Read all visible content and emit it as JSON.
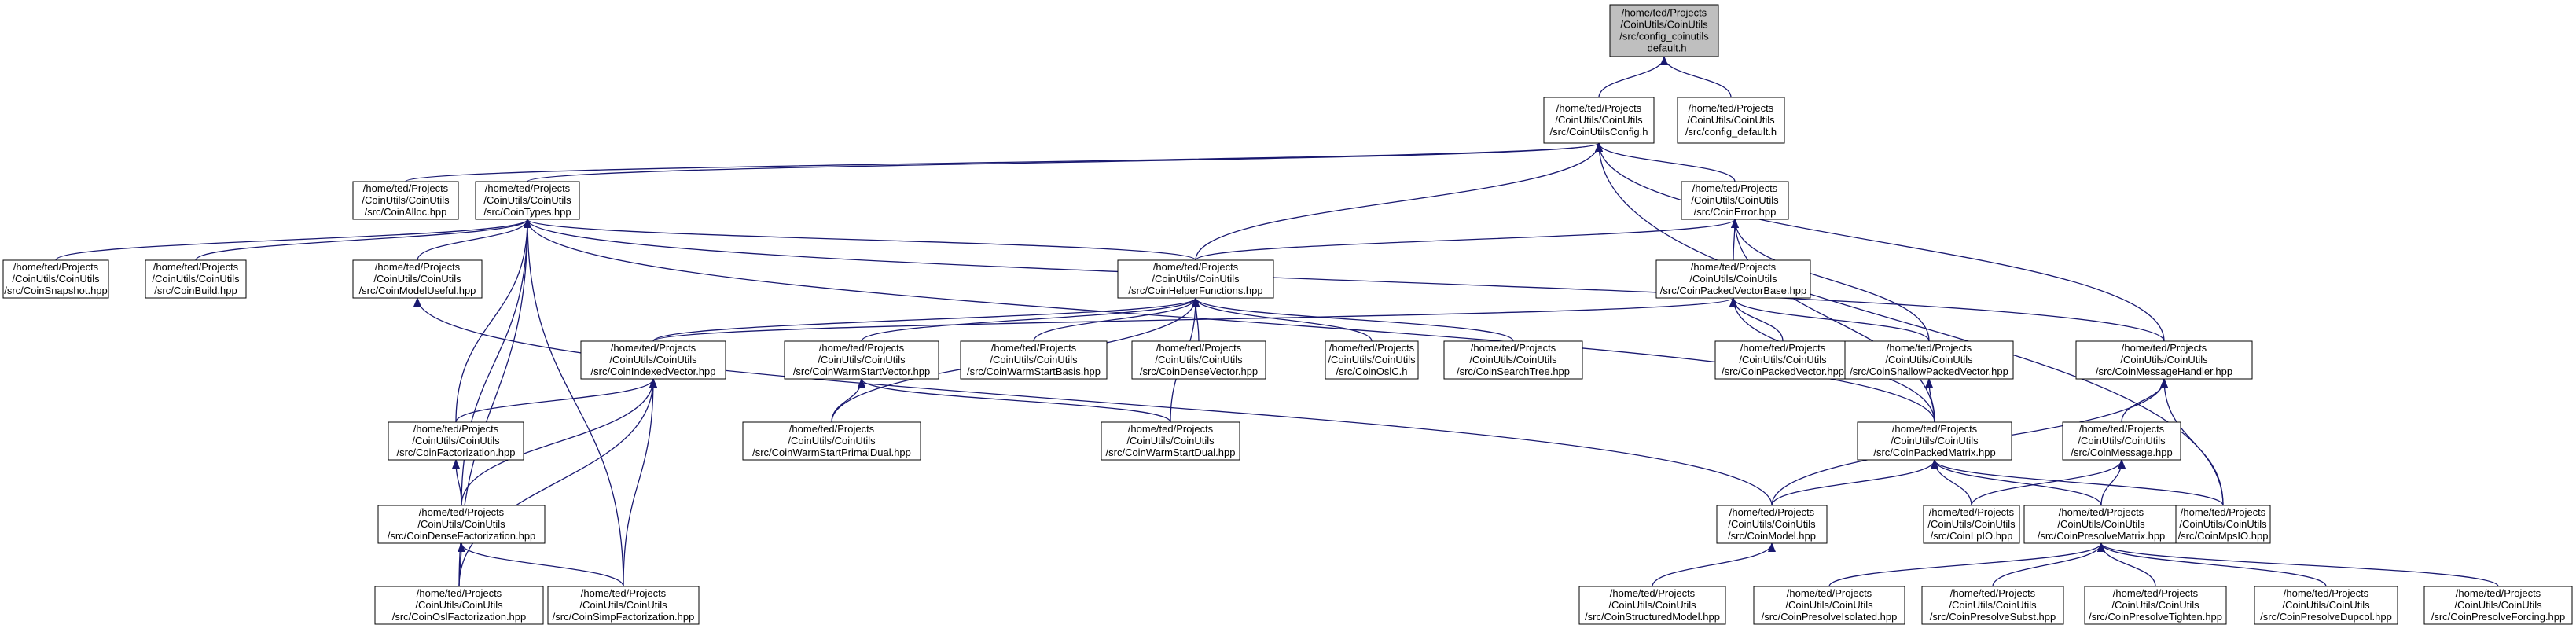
{
  "colors": {
    "edge": "#191970",
    "node_border": "#000000",
    "node_fill": "#ffffff",
    "root_fill": "#bfbfbf"
  },
  "nodes": [
    {
      "id": "root",
      "lines": [
        "/home/ted/Projects",
        "/CoinUtils/CoinUtils",
        "/src/config_coinutils",
        "_default.h"
      ],
      "root": true
    },
    {
      "id": "cfgh",
      "lines": [
        "/home/ted/Projects",
        "/CoinUtils/CoinUtils",
        "/src/CoinUtilsConfig.h"
      ]
    },
    {
      "id": "cfgdef",
      "lines": [
        "/home/ted/Projects",
        "/CoinUtils/CoinUtils",
        "/src/config_default.h"
      ]
    },
    {
      "id": "alloc",
      "lines": [
        "/home/ted/Projects",
        "/CoinUtils/CoinUtils",
        "/src/CoinAlloc.hpp"
      ]
    },
    {
      "id": "types",
      "lines": [
        "/home/ted/Projects",
        "/CoinUtils/CoinUtils",
        "/src/CoinTypes.hpp"
      ]
    },
    {
      "id": "error",
      "lines": [
        "/home/ted/Projects",
        "/CoinUtils/CoinUtils",
        "/src/CoinError.hpp"
      ]
    },
    {
      "id": "snap",
      "lines": [
        "/home/ted/Projects",
        "/CoinUtils/CoinUtils",
        "/src/CoinSnapshot.hpp"
      ]
    },
    {
      "id": "build",
      "lines": [
        "/home/ted/Projects",
        "/CoinUtils/CoinUtils",
        "/src/CoinBuild.hpp"
      ]
    },
    {
      "id": "mu",
      "lines": [
        "/home/ted/Projects",
        "/CoinUtils/CoinUtils",
        "/src/CoinModelUseful.hpp"
      ]
    },
    {
      "id": "help",
      "lines": [
        "/home/ted/Projects",
        "/CoinUtils/CoinUtils",
        "/src/CoinHelperFunctions.hpp"
      ]
    },
    {
      "id": "pvb",
      "lines": [
        "/home/ted/Projects",
        "/CoinUtils/CoinUtils",
        "/src/CoinPackedVectorBase.hpp"
      ]
    },
    {
      "id": "iv",
      "lines": [
        "/home/ted/Projects",
        "/CoinUtils/CoinUtils",
        "/src/CoinIndexedVector.hpp"
      ]
    },
    {
      "id": "wsv",
      "lines": [
        "/home/ted/Projects",
        "/CoinUtils/CoinUtils",
        "/src/CoinWarmStartVector.hpp"
      ]
    },
    {
      "id": "wsb",
      "lines": [
        "/home/ted/Projects",
        "/CoinUtils/CoinUtils",
        "/src/CoinWarmStartBasis.hpp"
      ]
    },
    {
      "id": "dv",
      "lines": [
        "/home/ted/Projects",
        "/CoinUtils/CoinUtils",
        "/src/CoinDenseVector.hpp"
      ]
    },
    {
      "id": "osic",
      "lines": [
        "/home/ted/Projects",
        "/CoinUtils/CoinUtils",
        "/src/CoinOslC.h"
      ]
    },
    {
      "id": "st",
      "lines": [
        "/home/ted/Projects",
        "/CoinUtils/CoinUtils",
        "/src/CoinSearchTree.hpp"
      ]
    },
    {
      "id": "pv",
      "lines": [
        "/home/ted/Projects",
        "/CoinUtils/CoinUtils",
        "/src/CoinPackedVector.hpp"
      ]
    },
    {
      "id": "spv",
      "lines": [
        "/home/ted/Projects",
        "/CoinUtils/CoinUtils",
        "/src/CoinShallowPackedVector.hpp"
      ]
    },
    {
      "id": "mh",
      "lines": [
        "/home/ted/Projects",
        "/CoinUtils/CoinUtils",
        "/src/CoinMessageHandler.hpp"
      ]
    },
    {
      "id": "fact",
      "lines": [
        "/home/ted/Projects",
        "/CoinUtils/CoinUtils",
        "/src/CoinFactorization.hpp"
      ]
    },
    {
      "id": "wspd",
      "lines": [
        "/home/ted/Projects",
        "/CoinUtils/CoinUtils",
        "/src/CoinWarmStartPrimalDual.hpp"
      ]
    },
    {
      "id": "wsd",
      "lines": [
        "/home/ted/Projects",
        "/CoinUtils/CoinUtils",
        "/src/CoinWarmStartDual.hpp"
      ]
    },
    {
      "id": "pm",
      "lines": [
        "/home/ted/Projects",
        "/CoinUtils/CoinUtils",
        "/src/CoinPackedMatrix.hpp"
      ]
    },
    {
      "id": "msg",
      "lines": [
        "/home/ted/Projects",
        "/CoinUtils/CoinUtils",
        "/src/CoinMessage.hpp"
      ]
    },
    {
      "id": "df",
      "lines": [
        "/home/ted/Projects",
        "/CoinUtils/CoinUtils",
        "/src/CoinDenseFactorization.hpp"
      ]
    },
    {
      "id": "model",
      "lines": [
        "/home/ted/Projects",
        "/CoinUtils/CoinUtils",
        "/src/CoinModel.hpp"
      ]
    },
    {
      "id": "lpio",
      "lines": [
        "/home/ted/Projects",
        "/CoinUtils/CoinUtils",
        "/src/CoinLpIO.hpp"
      ]
    },
    {
      "id": "prm",
      "lines": [
        "/home/ted/Projects",
        "/CoinUtils/CoinUtils",
        "/src/CoinPresolveMatrix.hpp"
      ]
    },
    {
      "id": "mps",
      "lines": [
        "/home/ted/Projects",
        "/CoinUtils/CoinUtils",
        "/src/CoinMpsIO.hpp"
      ]
    },
    {
      "id": "oslf",
      "lines": [
        "/home/ted/Projects",
        "/CoinUtils/CoinUtils",
        "/src/CoinOslFactorization.hpp"
      ]
    },
    {
      "id": "simp",
      "lines": [
        "/home/ted/Projects",
        "/CoinUtils/CoinUtils",
        "/src/CoinSimpFactorization.hpp"
      ]
    },
    {
      "id": "sm",
      "lines": [
        "/home/ted/Projects",
        "/CoinUtils/CoinUtils",
        "/src/CoinStructuredModel.hpp"
      ]
    },
    {
      "id": "iso",
      "lines": [
        "/home/ted/Projects",
        "/CoinUtils/CoinUtils",
        "/src/CoinPresolveIsolated.hpp"
      ]
    },
    {
      "id": "sub",
      "lines": [
        "/home/ted/Projects",
        "/CoinUtils/CoinUtils",
        "/src/CoinPresolveSubst.hpp"
      ]
    },
    {
      "id": "tig",
      "lines": [
        "/home/ted/Projects",
        "/CoinUtils/CoinUtils",
        "/src/CoinPresolveTighten.hpp"
      ]
    },
    {
      "id": "dup",
      "lines": [
        "/home/ted/Projects",
        "/CoinUtils/CoinUtils",
        "/src/CoinPresolveDupcol.hpp"
      ]
    },
    {
      "id": "forc",
      "lines": [
        "/home/ted/Projects",
        "/CoinUtils/CoinUtils",
        "/src/CoinPresolveForcing.hpp"
      ]
    }
  ],
  "edges": [
    [
      "cfgh",
      "root"
    ],
    [
      "cfgdef",
      "root"
    ],
    [
      "alloc",
      "cfgh"
    ],
    [
      "types",
      "cfgh"
    ],
    [
      "error",
      "cfgh"
    ],
    [
      "help",
      "cfgh"
    ],
    [
      "mh",
      "cfgh"
    ],
    [
      "mps",
      "cfgh"
    ],
    [
      "snap",
      "types"
    ],
    [
      "build",
      "types"
    ],
    [
      "mu",
      "types"
    ],
    [
      "help",
      "types"
    ],
    [
      "pm",
      "types"
    ],
    [
      "mh",
      "types"
    ],
    [
      "fact",
      "types"
    ],
    [
      "df",
      "types"
    ],
    [
      "oslf",
      "types"
    ],
    [
      "simp",
      "types"
    ],
    [
      "help",
      "error"
    ],
    [
      "pvb",
      "error"
    ],
    [
      "spv",
      "error"
    ],
    [
      "pm",
      "error"
    ],
    [
      "iv",
      "help"
    ],
    [
      "wsv",
      "help"
    ],
    [
      "wsb",
      "help"
    ],
    [
      "dv",
      "help"
    ],
    [
      "osic",
      "help"
    ],
    [
      "st",
      "help"
    ],
    [
      "wspd",
      "help"
    ],
    [
      "wsd",
      "help"
    ],
    [
      "iv",
      "pvb"
    ],
    [
      "pv",
      "pvb"
    ],
    [
      "spv",
      "pvb"
    ],
    [
      "pm",
      "pvb"
    ],
    [
      "fact",
      "iv"
    ],
    [
      "df",
      "iv"
    ],
    [
      "oslf",
      "iv"
    ],
    [
      "simp",
      "iv"
    ],
    [
      "wspd",
      "wsv"
    ],
    [
      "wsd",
      "wsv"
    ],
    [
      "pm",
      "spv"
    ],
    [
      "msg",
      "mh"
    ],
    [
      "model",
      "mh"
    ],
    [
      "mps",
      "mh"
    ],
    [
      "df",
      "fact"
    ],
    [
      "model",
      "pm"
    ],
    [
      "lpio",
      "pm"
    ],
    [
      "prm",
      "pm"
    ],
    [
      "mps",
      "pm"
    ],
    [
      "lpio",
      "msg"
    ],
    [
      "prm",
      "msg"
    ],
    [
      "oslf",
      "df"
    ],
    [
      "simp",
      "df"
    ],
    [
      "model",
      "mu"
    ],
    [
      "sm",
      "model"
    ],
    [
      "iso",
      "prm"
    ],
    [
      "sub",
      "prm"
    ],
    [
      "tig",
      "prm"
    ],
    [
      "dup",
      "prm"
    ],
    [
      "forc",
      "prm"
    ]
  ]
}
